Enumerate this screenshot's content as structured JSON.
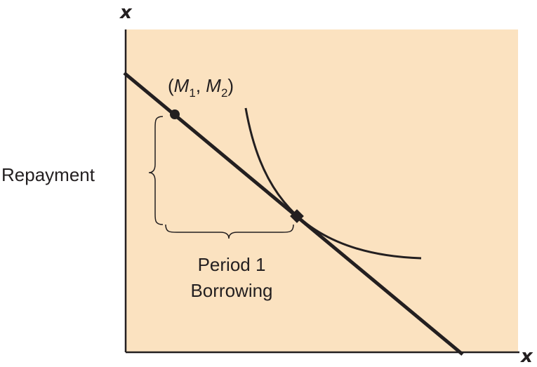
{
  "diagram": {
    "y_axis_label": "x",
    "x_axis_label": "x",
    "point_label": {
      "open": "(",
      "m1": "M",
      "sub1": "1",
      "comma": ", ",
      "m2": "M",
      "sub2": "2",
      "close": ")"
    },
    "repayment_label": "Repayment",
    "borrowing_label_line1": "Period 1",
    "borrowing_label_line2": "Borrowing",
    "colors": {
      "plot_bg": "#fbe2c0",
      "line": "#231f20"
    }
  }
}
